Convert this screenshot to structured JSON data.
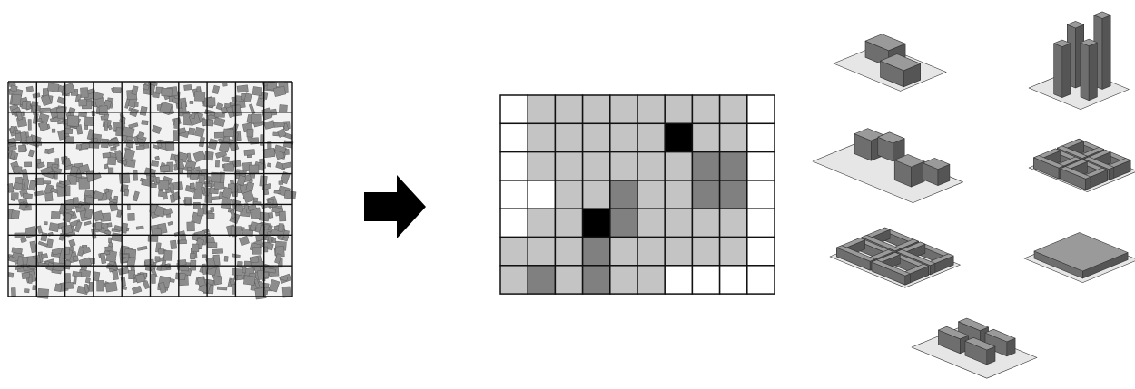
{
  "diagram": {
    "source_map": {
      "rows": 7,
      "cols": 10,
      "background_color": "#f2f2f2",
      "building_color": "#8c8c8c",
      "grid_color": "#111111"
    },
    "arrow": {
      "icon": "right-arrow-icon",
      "color": "#000000"
    },
    "classified_grid": {
      "rows": 7,
      "cols": 10,
      "palette": {
        "0": "#ffffff",
        "1": "#c4c4c4",
        "2": "#808080",
        "3": "#000000"
      },
      "cells": [
        [
          0,
          1,
          1,
          1,
          1,
          1,
          1,
          1,
          1,
          0
        ],
        [
          0,
          1,
          1,
          1,
          1,
          1,
          3,
          1,
          1,
          0
        ],
        [
          0,
          1,
          1,
          1,
          1,
          1,
          1,
          2,
          2,
          0
        ],
        [
          0,
          0,
          1,
          1,
          2,
          1,
          1,
          2,
          2,
          0
        ],
        [
          0,
          1,
          1,
          3,
          2,
          1,
          1,
          1,
          1,
          0
        ],
        [
          1,
          1,
          1,
          2,
          1,
          1,
          1,
          1,
          1,
          0
        ],
        [
          1,
          2,
          1,
          2,
          1,
          1,
          0,
          0,
          0,
          0
        ]
      ]
    },
    "typologies": [
      {
        "name": "twin-blocks-typology",
        "kind": "twin-slabs"
      },
      {
        "name": "towers-typology",
        "kind": "towers"
      },
      {
        "name": "detached-houses-typology",
        "kind": "houses"
      },
      {
        "name": "courtyard-blocks-typology",
        "kind": "courtyards-small"
      },
      {
        "name": "perimeter-blocks-typology",
        "kind": "courtyards-large"
      },
      {
        "name": "single-slab-typology",
        "kind": "slab"
      },
      {
        "name": "row-buildings-typology",
        "kind": "rows"
      }
    ],
    "colors": {
      "building_top": "#9a9a9a",
      "building_left": "#6e6e6e",
      "building_right": "#555555",
      "ground": "#e6e6e6",
      "ground_edge": "#bdbdbd"
    }
  }
}
